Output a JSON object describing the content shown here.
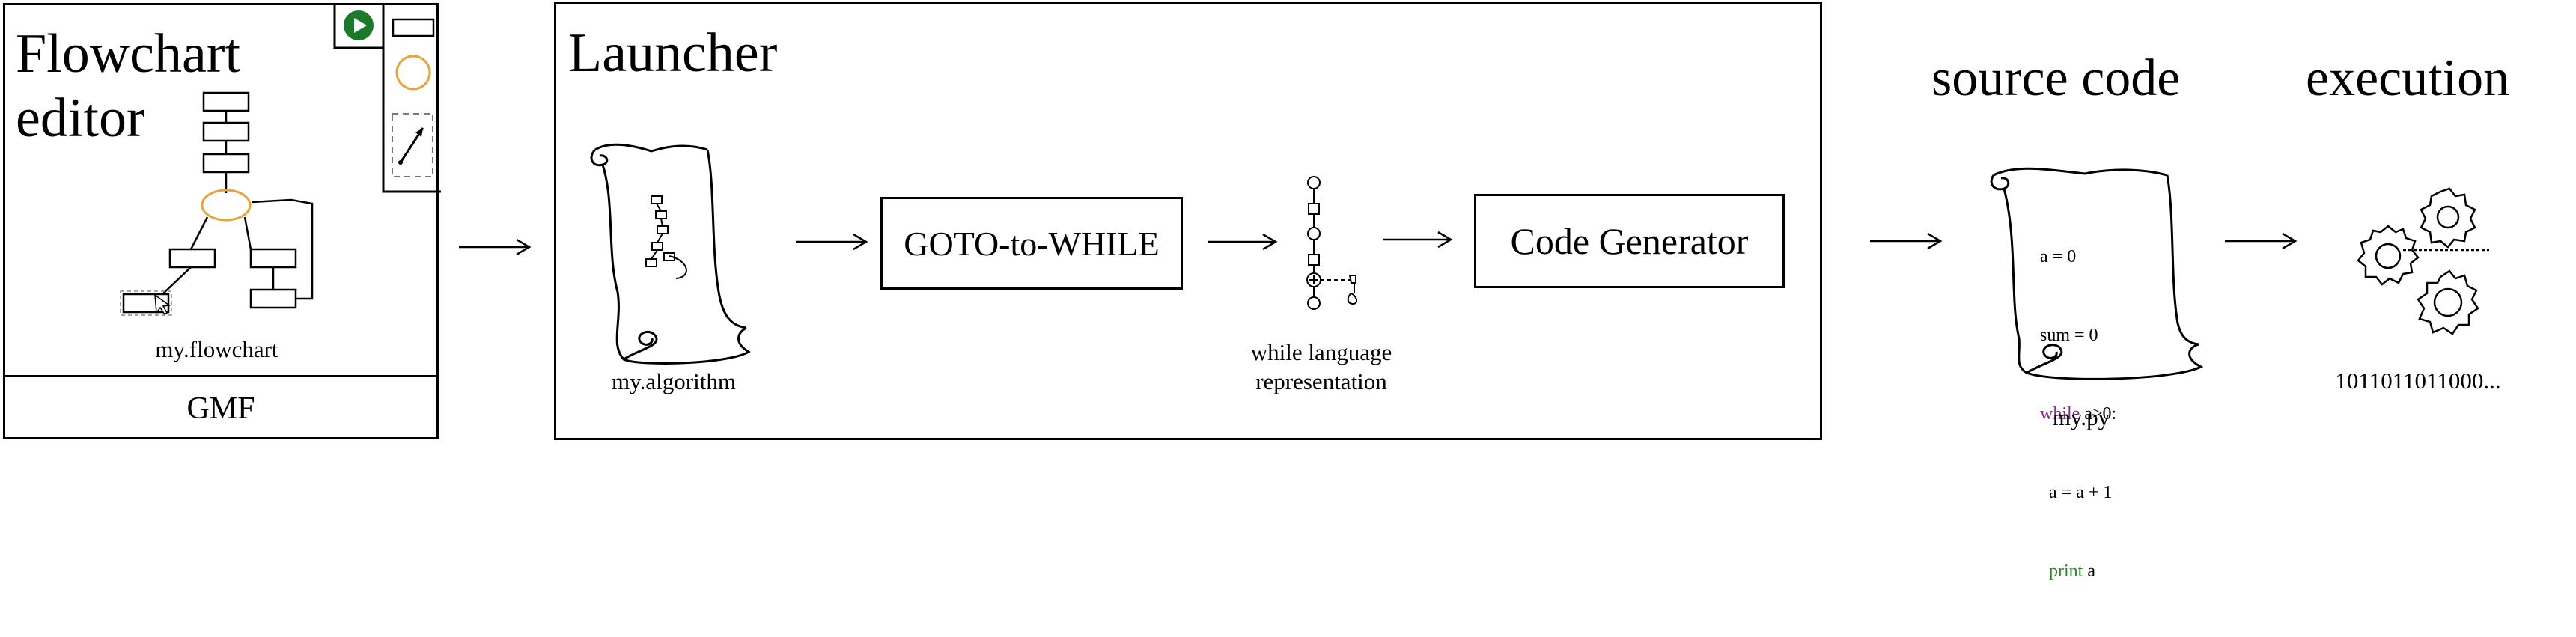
{
  "editor": {
    "title_line1": "Flowchart",
    "title_line2": "editor",
    "file_caption": "my.flowchart",
    "footer_label": "GMF",
    "palette": [
      "play-icon",
      "rectangle-tool-icon",
      "circle-tool-icon",
      "connector-tool-icon"
    ],
    "accent_color": "#e8a33a",
    "play_color": "#1a7a2a"
  },
  "launcher": {
    "title": "Launcher",
    "algorithm_caption": "my.algorithm",
    "goto_to_while_label": "GOTO-to-WHILE",
    "while_caption_line1": "while language",
    "while_caption_line2": "representation",
    "code_generator_label": "Code Generator"
  },
  "source": {
    "heading": "source code",
    "file_caption": "my.py",
    "code_lines": [
      "a = 0",
      "sum = 0",
      "while a>0:",
      "  a = a + 1",
      "  print a"
    ],
    "keyword_color": "#8b2a8b",
    "print_color": "#2a8a2a"
  },
  "execution": {
    "heading": "execution",
    "output": "1011011011000..."
  }
}
